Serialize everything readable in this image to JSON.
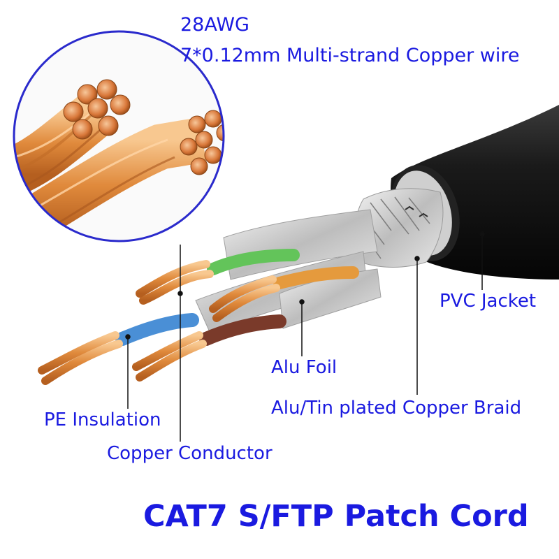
{
  "wire_spec": {
    "gauge": "28AWG",
    "strand": "7*0.12mm Multi-strand Copper wire"
  },
  "labels": {
    "pvc_jacket": "PVC Jacket",
    "alu_foil": "Alu Foil",
    "braid": "Alu/Tin plated Copper Braid",
    "pe_insulation": "PE Insulation",
    "copper_conductor": "Copper Conductor"
  },
  "title": "CAT7 S/FTP Patch Cord",
  "colors": {
    "label_blue": "#1a1ae0",
    "jacket": "#111111",
    "copper": "#e08a3c",
    "copper_light": "#f6c08a",
    "foil": "#d8d8d8",
    "pair_green": "#63c45a",
    "pair_blue": "#4a8fd6",
    "pair_brown": "#7a3a2a",
    "pair_orange": "#e59a3d"
  },
  "icons": [
    "magnifier-circle",
    "cable-cross-section"
  ]
}
